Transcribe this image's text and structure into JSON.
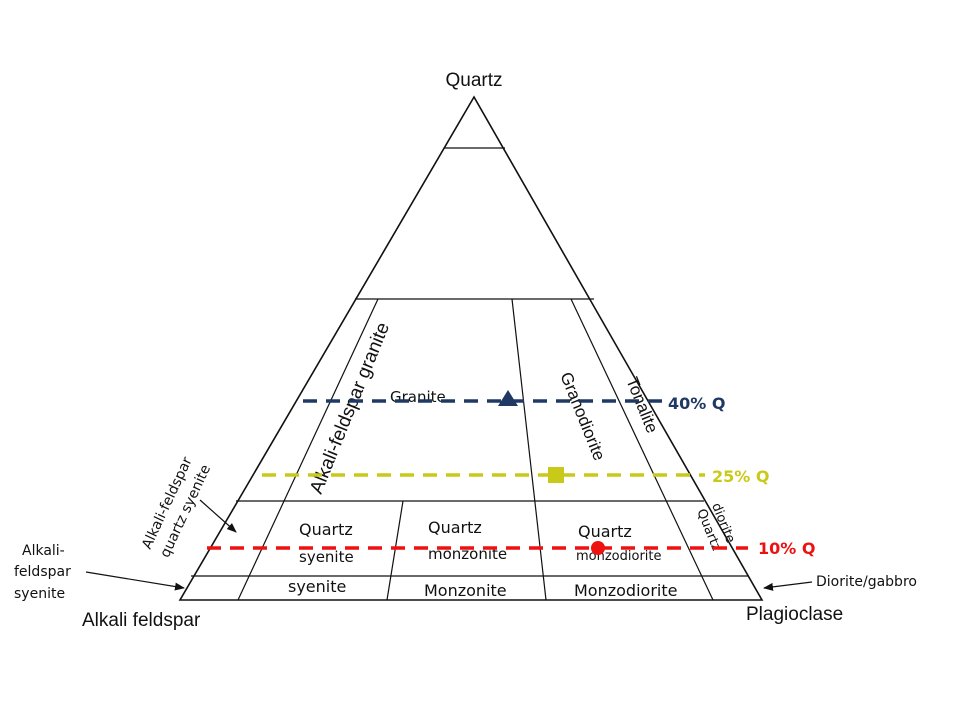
{
  "vertices": {
    "top": "Quartz",
    "left": "Alkali feldspar",
    "right": "Plagioclase"
  },
  "fields": {
    "alkali_feldspar_granite": "Alkali-feldspar granite",
    "granite": "Granite",
    "granodiorite": "Granodiorite",
    "tonalite": "Tonalite",
    "afqs_line1": "Alkali-feldspar",
    "afqs_line2": "quartz syenite",
    "qsyenite_line1": "Quartz",
    "qsyenite_line2": "syenite",
    "qmonzonite_line1": "Quartz",
    "qmonzonite_line2": "monzonite",
    "qmonzodiorite_line1": "Quartz",
    "qmonzodiorite_line2": "monzodiorite",
    "qdiorite_line1": "Quartz",
    "qdiorite_line2": "diorite",
    "syenite": "syenite",
    "monzonite": "Monzonite",
    "monzodiorite": "Monzodiorite",
    "afs_line1": "Alkali-",
    "afs_line2": "feldspar",
    "afs_line3": "syenite",
    "diorite_gabbro": "Diorite/gabbro"
  },
  "levels": [
    {
      "label": "40% Q",
      "quartz_percent": 40,
      "color": "#1f3864",
      "marker": "triangle"
    },
    {
      "label": "25% Q",
      "quartz_percent": 25,
      "color": "#c9c91a",
      "marker": "square"
    },
    {
      "label": "10% Q",
      "quartz_percent": 10,
      "color": "#ee1111",
      "marker": "circle"
    }
  ]
}
